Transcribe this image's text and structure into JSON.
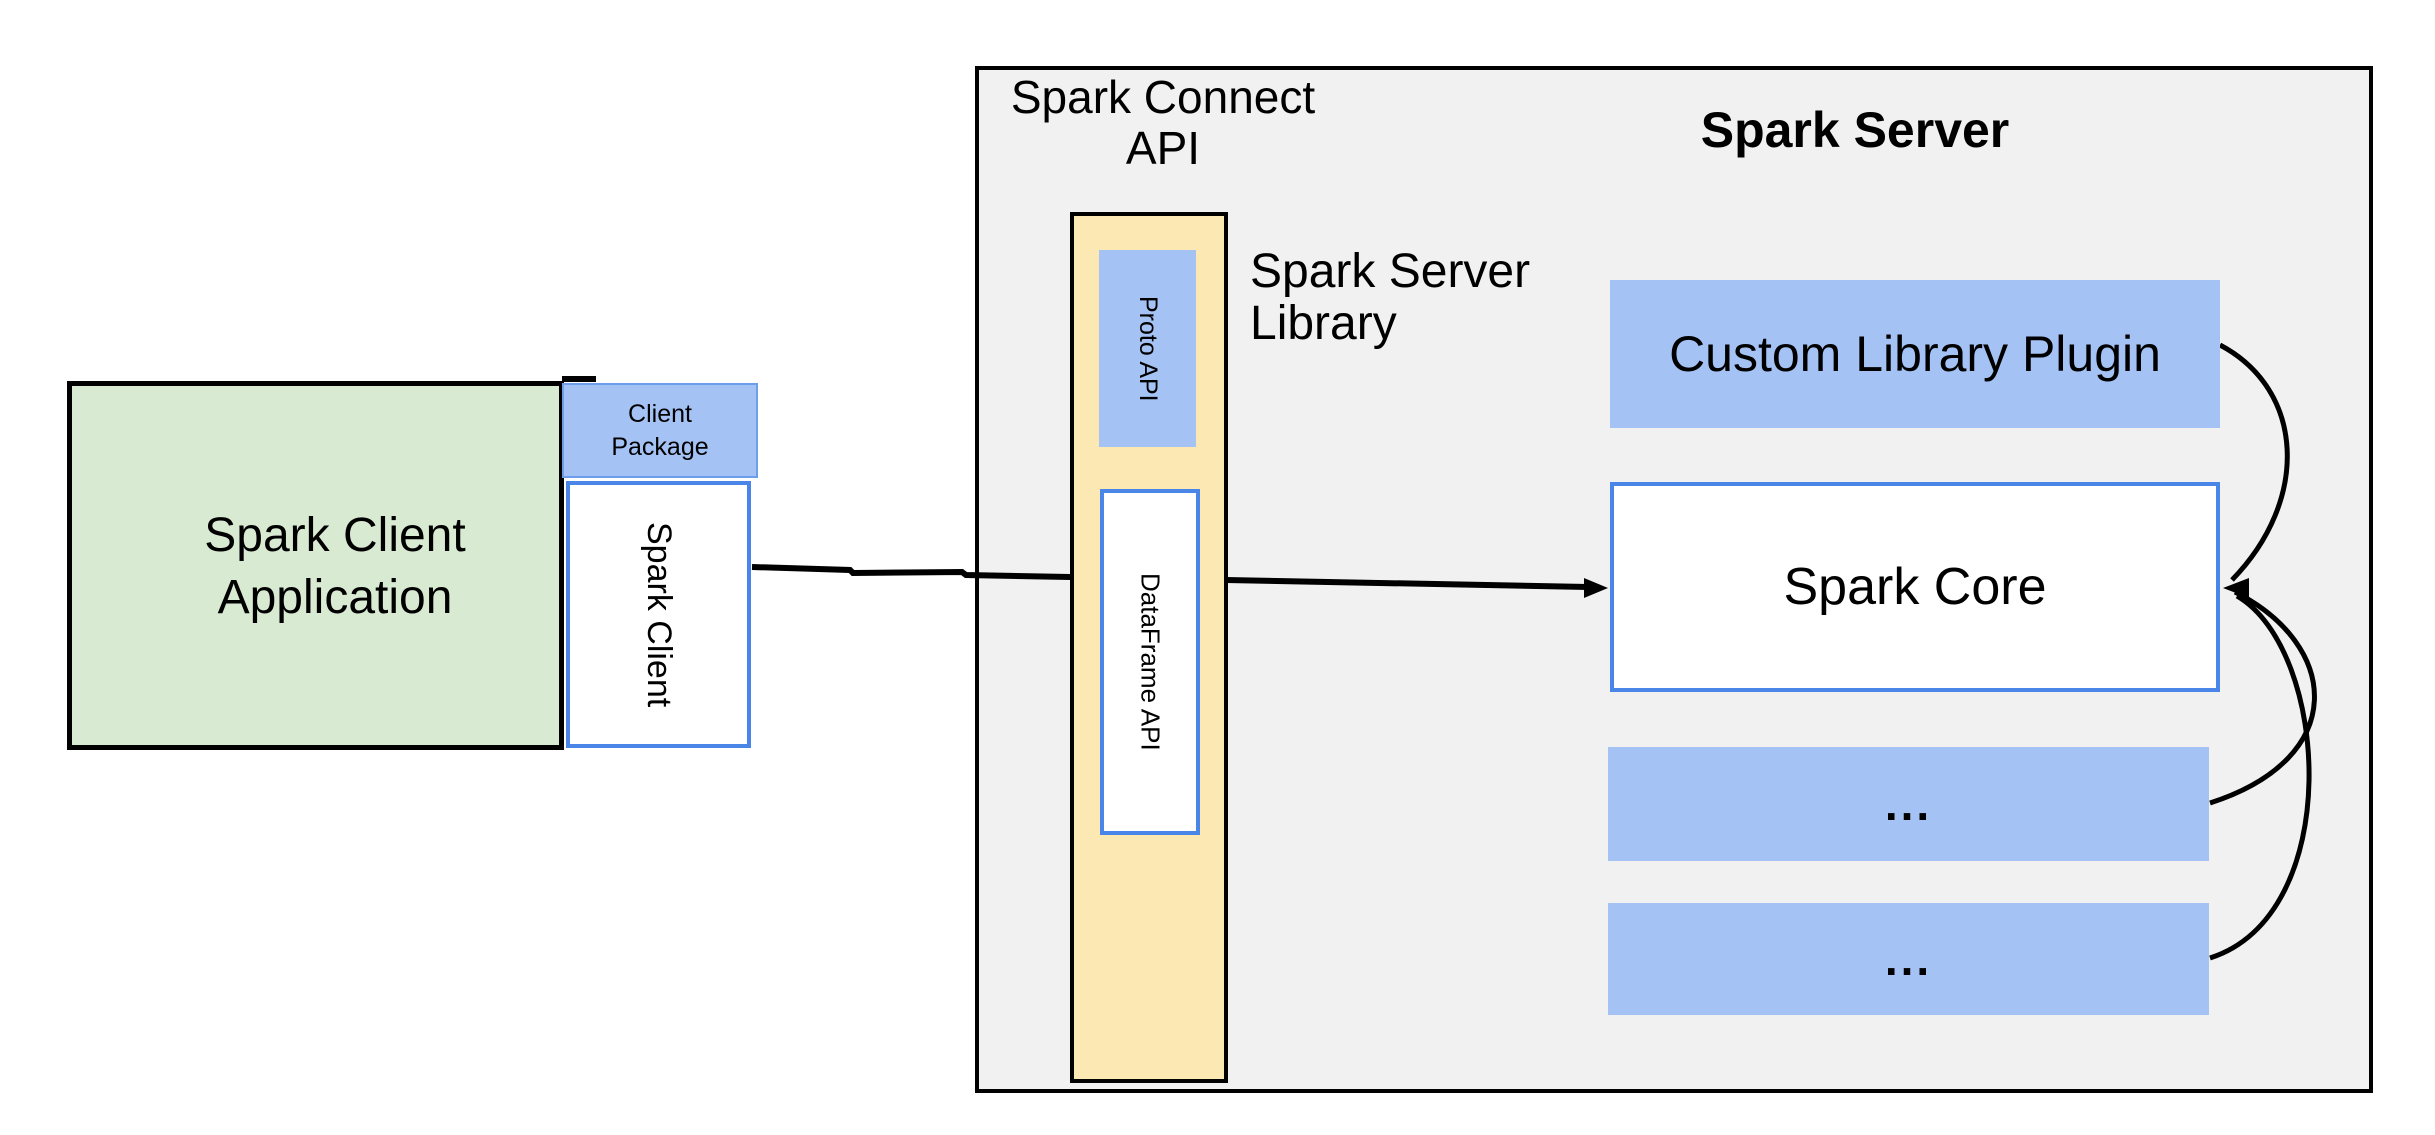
{
  "colors": {
    "greenFill": "#d9ead3",
    "blueFill": "#a4c2f4",
    "blueBorder": "#4a86e8",
    "cpBorder": "#6d9eeb",
    "yellowFill": "#fce8b2",
    "grayFill": "#f1f1f1",
    "ink": "#000000"
  },
  "client_app": {
    "label_lines": [
      "Spark Client",
      "Application"
    ]
  },
  "client_package": {
    "label_lines": [
      "Client",
      "Package"
    ]
  },
  "spark_client": {
    "label": "Spark Client"
  },
  "connect": {
    "title_lines": [
      "Spark Connect",
      "API"
    ],
    "proto_api_label": "Proto API",
    "dataframe_api_label": "DataFrame API",
    "server_library_lines": [
      "Spark Server",
      "Library"
    ]
  },
  "server": {
    "title": "Spark Server",
    "plugin_label": "Custom Library Plugin",
    "core_label": "Spark Core",
    "placeholder1_label": "...",
    "placeholder2_label": "..."
  }
}
